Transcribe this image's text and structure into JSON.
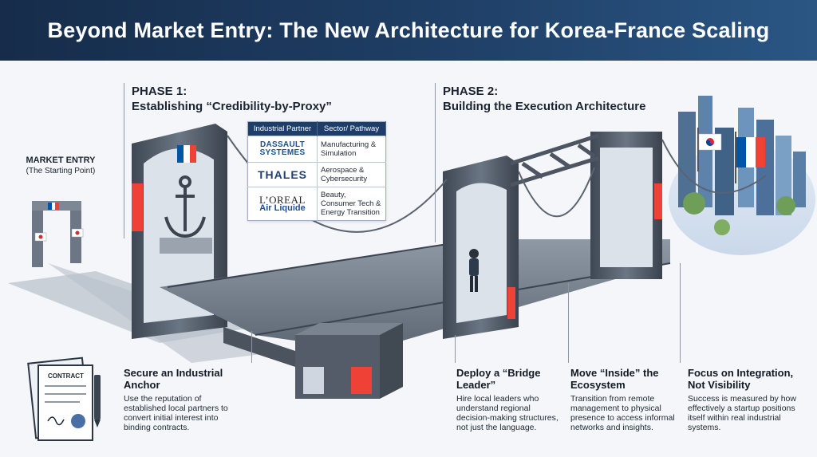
{
  "header": {
    "title": "Beyond Market Entry: The New Architecture for Korea-France Scaling"
  },
  "phase1": {
    "label": "PHASE 1:",
    "title": "Establishing “Credibility-by-Proxy”"
  },
  "phase2": {
    "label": "PHASE 2:",
    "title": "Building the Execution Architecture"
  },
  "market_entry": {
    "title": "MARKET ENTRY",
    "subtitle": "(The Starting Point)"
  },
  "partner_table": {
    "col1": "Industrial Partner",
    "col2": "Sector/ Pathway",
    "rows": [
      {
        "logos": [
          "DASSAULT SYSTEMES"
        ],
        "sector": "Manufacturing & Simulation"
      },
      {
        "logos": [
          "THALES"
        ],
        "sector": "Aerospace & Cybersecurity"
      },
      {
        "logos": [
          "L’OREAL",
          "Air Liquide"
        ],
        "sector": "Beauty, Consumer Tech & Energy Transition"
      }
    ]
  },
  "contract_label": "CONTRACT",
  "steps": [
    {
      "title": "Secure an Industrial Anchor",
      "desc": "Use the reputation of established local partners to convert initial interest into binding contracts."
    },
    {
      "title": "Deploy a “Bridge Leader”",
      "desc": "Hire local leaders who understand regional decision-making structures, not just the language."
    },
    {
      "title": "Move “Inside” the Ecosystem",
      "desc": "Transition from remote management to physical presence to access informal networks and insights."
    },
    {
      "title": "Focus on Integration, Not Visibility",
      "desc": "Success is measured by how effectively a startup positions itself within real industrial systems."
    }
  ],
  "colors": {
    "header": "#1f3f66",
    "korea_red": "#cd2e3a",
    "korea_blue": "#0047a0",
    "france_blue": "#0055a4",
    "france_red": "#ef4135"
  }
}
